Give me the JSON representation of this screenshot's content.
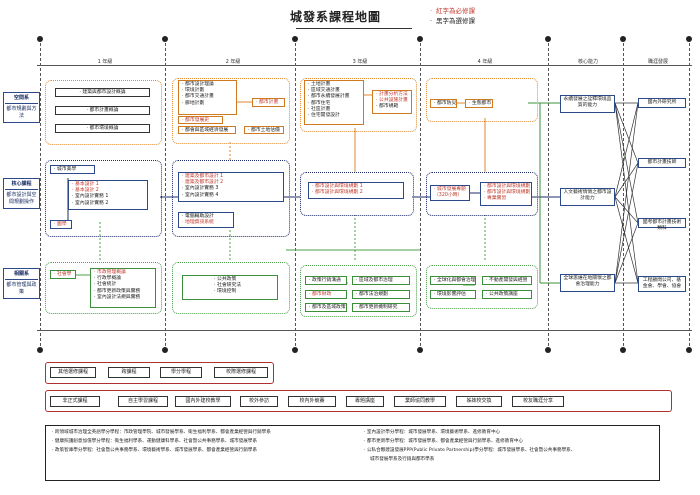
{
  "title": "城發系課程地圖",
  "legend": {
    "required": "紅字為必修課",
    "elective": "黑字為選修課"
  },
  "years": [
    "1 年級",
    "2 年級",
    "3 年級",
    "4 年級"
  ],
  "columns": {
    "competence": "核心能力",
    "career": "職涯發展"
  },
  "side": [
    {
      "head": "空間系",
      "body": "都市規劃與方法"
    },
    {
      "head": "核心課程",
      "body": "都市設計與空間規劃操作"
    },
    {
      "head": "相關系",
      "body": "都市管理與政策"
    }
  ],
  "y1": {
    "top": [
      "‧ 建築與都市設計概論",
      "‧ 都市計畫概論",
      "‧ 都市環境概論"
    ],
    "mid_head": "‧ 城市美學",
    "mid_list": [
      "‧ 基本設計 1",
      "‧ 基本設計 2",
      "‧ 室內設計實務 1",
      "‧ 室內設計實務 2"
    ],
    "mid_foot": "‧ 圖學",
    "low_left": "‧ 社會學",
    "low_list": [
      "‧ 市政管理概論",
      "‧ 行政學概論",
      "‧ 社會統計",
      "‧ 都市更新政策與實務",
      "‧ 室內設計法規與實務"
    ]
  },
  "y2": {
    "top_list": [
      "‧ 都市設計理論",
      "‧ 環境計劃",
      "‧ 都市交通計畫",
      "‧ 廊地計劃",
      "‧ 都市發展史"
    ],
    "top_right": "‧ 都市計畫",
    "top_low": "‧ 都會與區域經濟發展",
    "top_low_right": "‧ 都市土地估價",
    "mid_list": [
      "‧ 建築及都市設計 1",
      "‧ 建築及都市設計 2",
      "‧ 室內設計實務 3",
      "‧ 室內設計實務 4"
    ],
    "mid_low": [
      "‧ 電腦輔助設計",
      "‧ 地理資訊系統"
    ],
    "low_list": [
      "‧ 公共政策",
      "‧ 社會研究法",
      "‧ 環境控制"
    ]
  },
  "y3": {
    "top_list": [
      "‧ 土地計畫",
      "‧ 區域交通計畫",
      "‧ 都市永續發展計畫",
      "‧ 都市住宅",
      "‧ 社區計畫",
      "‧ 住宅開發設計"
    ],
    "top_right": [
      "‧ 計畫分析方法",
      "‧ 公共設施計畫",
      "‧ 都市規範"
    ],
    "mid_list": [
      "‧ 都市設計與環境規劃 1",
      "‧ 都市設計與環境規劃 2"
    ],
    "low": [
      "‧ 政策行銷溝通",
      "‧ 區域及都市治理",
      "‧ 都市財政",
      "‧ 都市法治規劃",
      "‧ 都市及區域政策",
      "‧ 都市更新機制研究"
    ]
  },
  "y4": {
    "top": "‧ 都市防災",
    "top_right": "‧ 生態都市",
    "mid_left": [
      "‧ 城市發展專題",
      "（320小時）"
    ],
    "mid_list": [
      "‧ 都市設計與環境規劃 3",
      "‧ 都市設計與環境規劃 4",
      "‧ 專業實習"
    ],
    "low": [
      "‧ 全球化與都會治理",
      "‧ 不動產開發與經營",
      "‧ 環境影響評估",
      "‧ 公共政策講座"
    ]
  },
  "competence": [
    "永續發展之詮釋環境品質的能力",
    "人文藝術情懷之都市設計能力",
    "全球思維在地關懷之都會治理能力"
  ],
  "career": [
    "國內外研究所",
    "都市計畫技師",
    "國考都市計畫技術類科",
    "工程顧問公司、基金會、學會、協會"
  ],
  "elective_row": [
    "其他選修課程",
    "跨課程",
    "學分學程",
    "校際選修課程"
  ],
  "informal_row": [
    "非正式課程",
    "自主學習課程",
    "國內外建校教學",
    "校外參訪",
    "校內外競賽",
    "專題講座",
    "業師協同教學",
    "姊妹校交換",
    "校友職涯分享"
  ],
  "notes": {
    "left": [
      "‧ 跨領域城市治理全英語學分學程：市政管理學院、城市發展學系、衛生福利學系、都會產業經營與行銷學系",
      "‧ 健康照護創意加值學分學程：衛生福利學系、運動健康科學系、社會暨公共事務學系、城市發展學系",
      "‧ 政策智庫學分學程：社會暨公共事務學系、環境藝術學系、城市發展學系、都會產業經營與行銷學系"
    ],
    "right": [
      "‧ 室內設計學分學程：城市發展學系、環境藝術學系、進修教育中心",
      "‧ 都市更新學分學程：城市發展學系、都會產業經營與行銷學系、進修教育中心",
      "‧ 公私合夥建設發展PPP(Public Private Partnership)學分學程：城市發展學系、社會暨公共事務學系、",
      "城市發展學系及行銷與都市學系"
    ]
  }
}
